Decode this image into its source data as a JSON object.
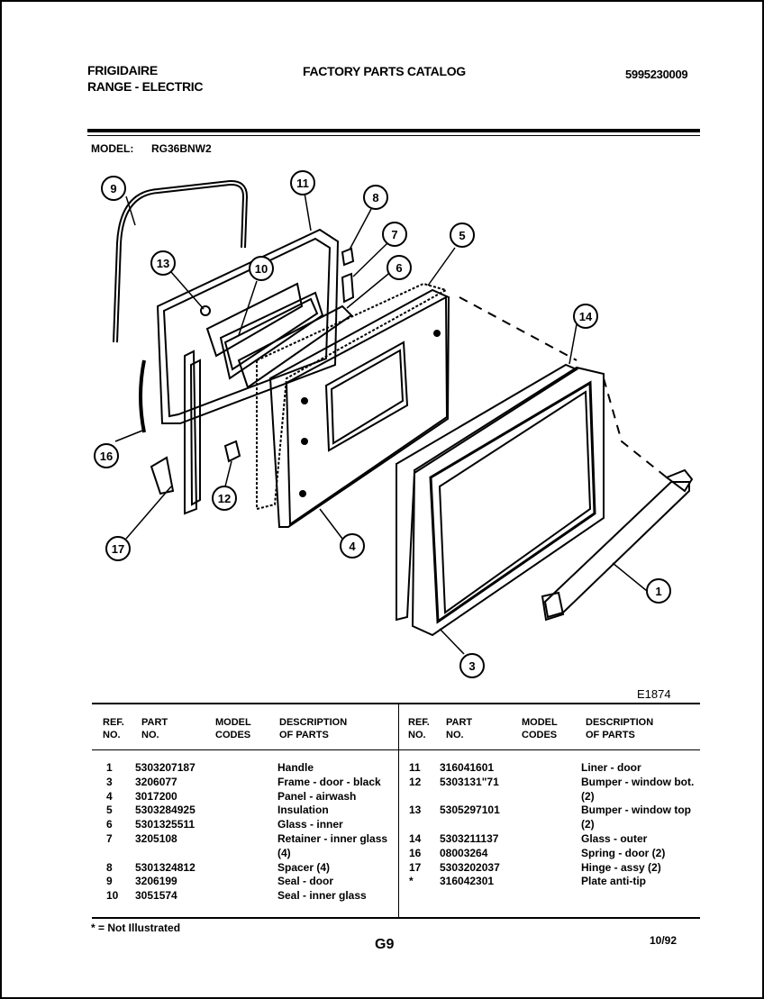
{
  "header": {
    "brand": "FRIGIDAIRE",
    "product": "RANGE - ELECTRIC",
    "catalog_title": "FACTORY PARTS CATALOG",
    "catalog_number": "5995230009"
  },
  "model": {
    "label": "MODEL:",
    "value": "RG36BNW2"
  },
  "figure_ref": "E1874",
  "callouts": [
    "9",
    "11",
    "8",
    "7",
    "5",
    "6",
    "13",
    "10",
    "14",
    "16",
    "12",
    "17",
    "4",
    "1",
    "3"
  ],
  "table": {
    "headers_left": {
      "ref": [
        "REF.",
        "NO."
      ],
      "part": [
        "PART",
        "NO."
      ],
      "codes": [
        "MODEL",
        "CODES"
      ],
      "desc": [
        "DESCRIPTION",
        "OF PARTS"
      ]
    },
    "headers_right": {
      "ref": [
        "REF.",
        "NO."
      ],
      "part": [
        "PART",
        "NO."
      ],
      "codes": [
        "MODEL",
        "CODES"
      ],
      "desc": [
        "DESCRIPTION",
        "OF PARTS"
      ]
    },
    "rows_left": [
      {
        "ref": "1",
        "part": "5303207187",
        "desc": "Handle"
      },
      {
        "ref": "3",
        "part": "3206077",
        "desc": "Frame - door - black"
      },
      {
        "ref": "4",
        "part": "3017200",
        "desc": "Panel - airwash"
      },
      {
        "ref": "5",
        "part": "5303284925",
        "desc": "Insulation"
      },
      {
        "ref": "6",
        "part": "5301325511",
        "desc": "Glass - inner"
      },
      {
        "ref": "7",
        "part": "3205108",
        "desc": "Retainer - inner glass"
      },
      {
        "ref": "",
        "part": "",
        "desc": "(4)"
      },
      {
        "ref": "8",
        "part": "5301324812",
        "desc": "Spacer (4)"
      },
      {
        "ref": "9",
        "part": "3206199",
        "desc": "Seal - door"
      },
      {
        "ref": "10",
        "part": "3051574",
        "desc": "Seal - inner glass"
      }
    ],
    "rows_right": [
      {
        "ref": "11",
        "part": "316041601",
        "desc": "Liner - door"
      },
      {
        "ref": "12",
        "part": "5303131\"71",
        "desc": "Bumper - window bot."
      },
      {
        "ref": "",
        "part": "",
        "desc": "(2)"
      },
      {
        "ref": "13",
        "part": "5305297101",
        "desc": "Bumper - window top"
      },
      {
        "ref": "",
        "part": "",
        "desc": "(2)"
      },
      {
        "ref": "14",
        "part": "5303211137",
        "desc": "Glass - outer"
      },
      {
        "ref": "16",
        "part": "08003264",
        "desc": "Spring - door (2)"
      },
      {
        "ref": "17",
        "part": "5303202037",
        "desc": "Hinge - assy (2)"
      },
      {
        "ref": "*",
        "part": "316042301",
        "desc": "Plate anti-tip"
      }
    ]
  },
  "footnote": "* = Not Illustrated",
  "page_code": "G9",
  "date": "10/92"
}
